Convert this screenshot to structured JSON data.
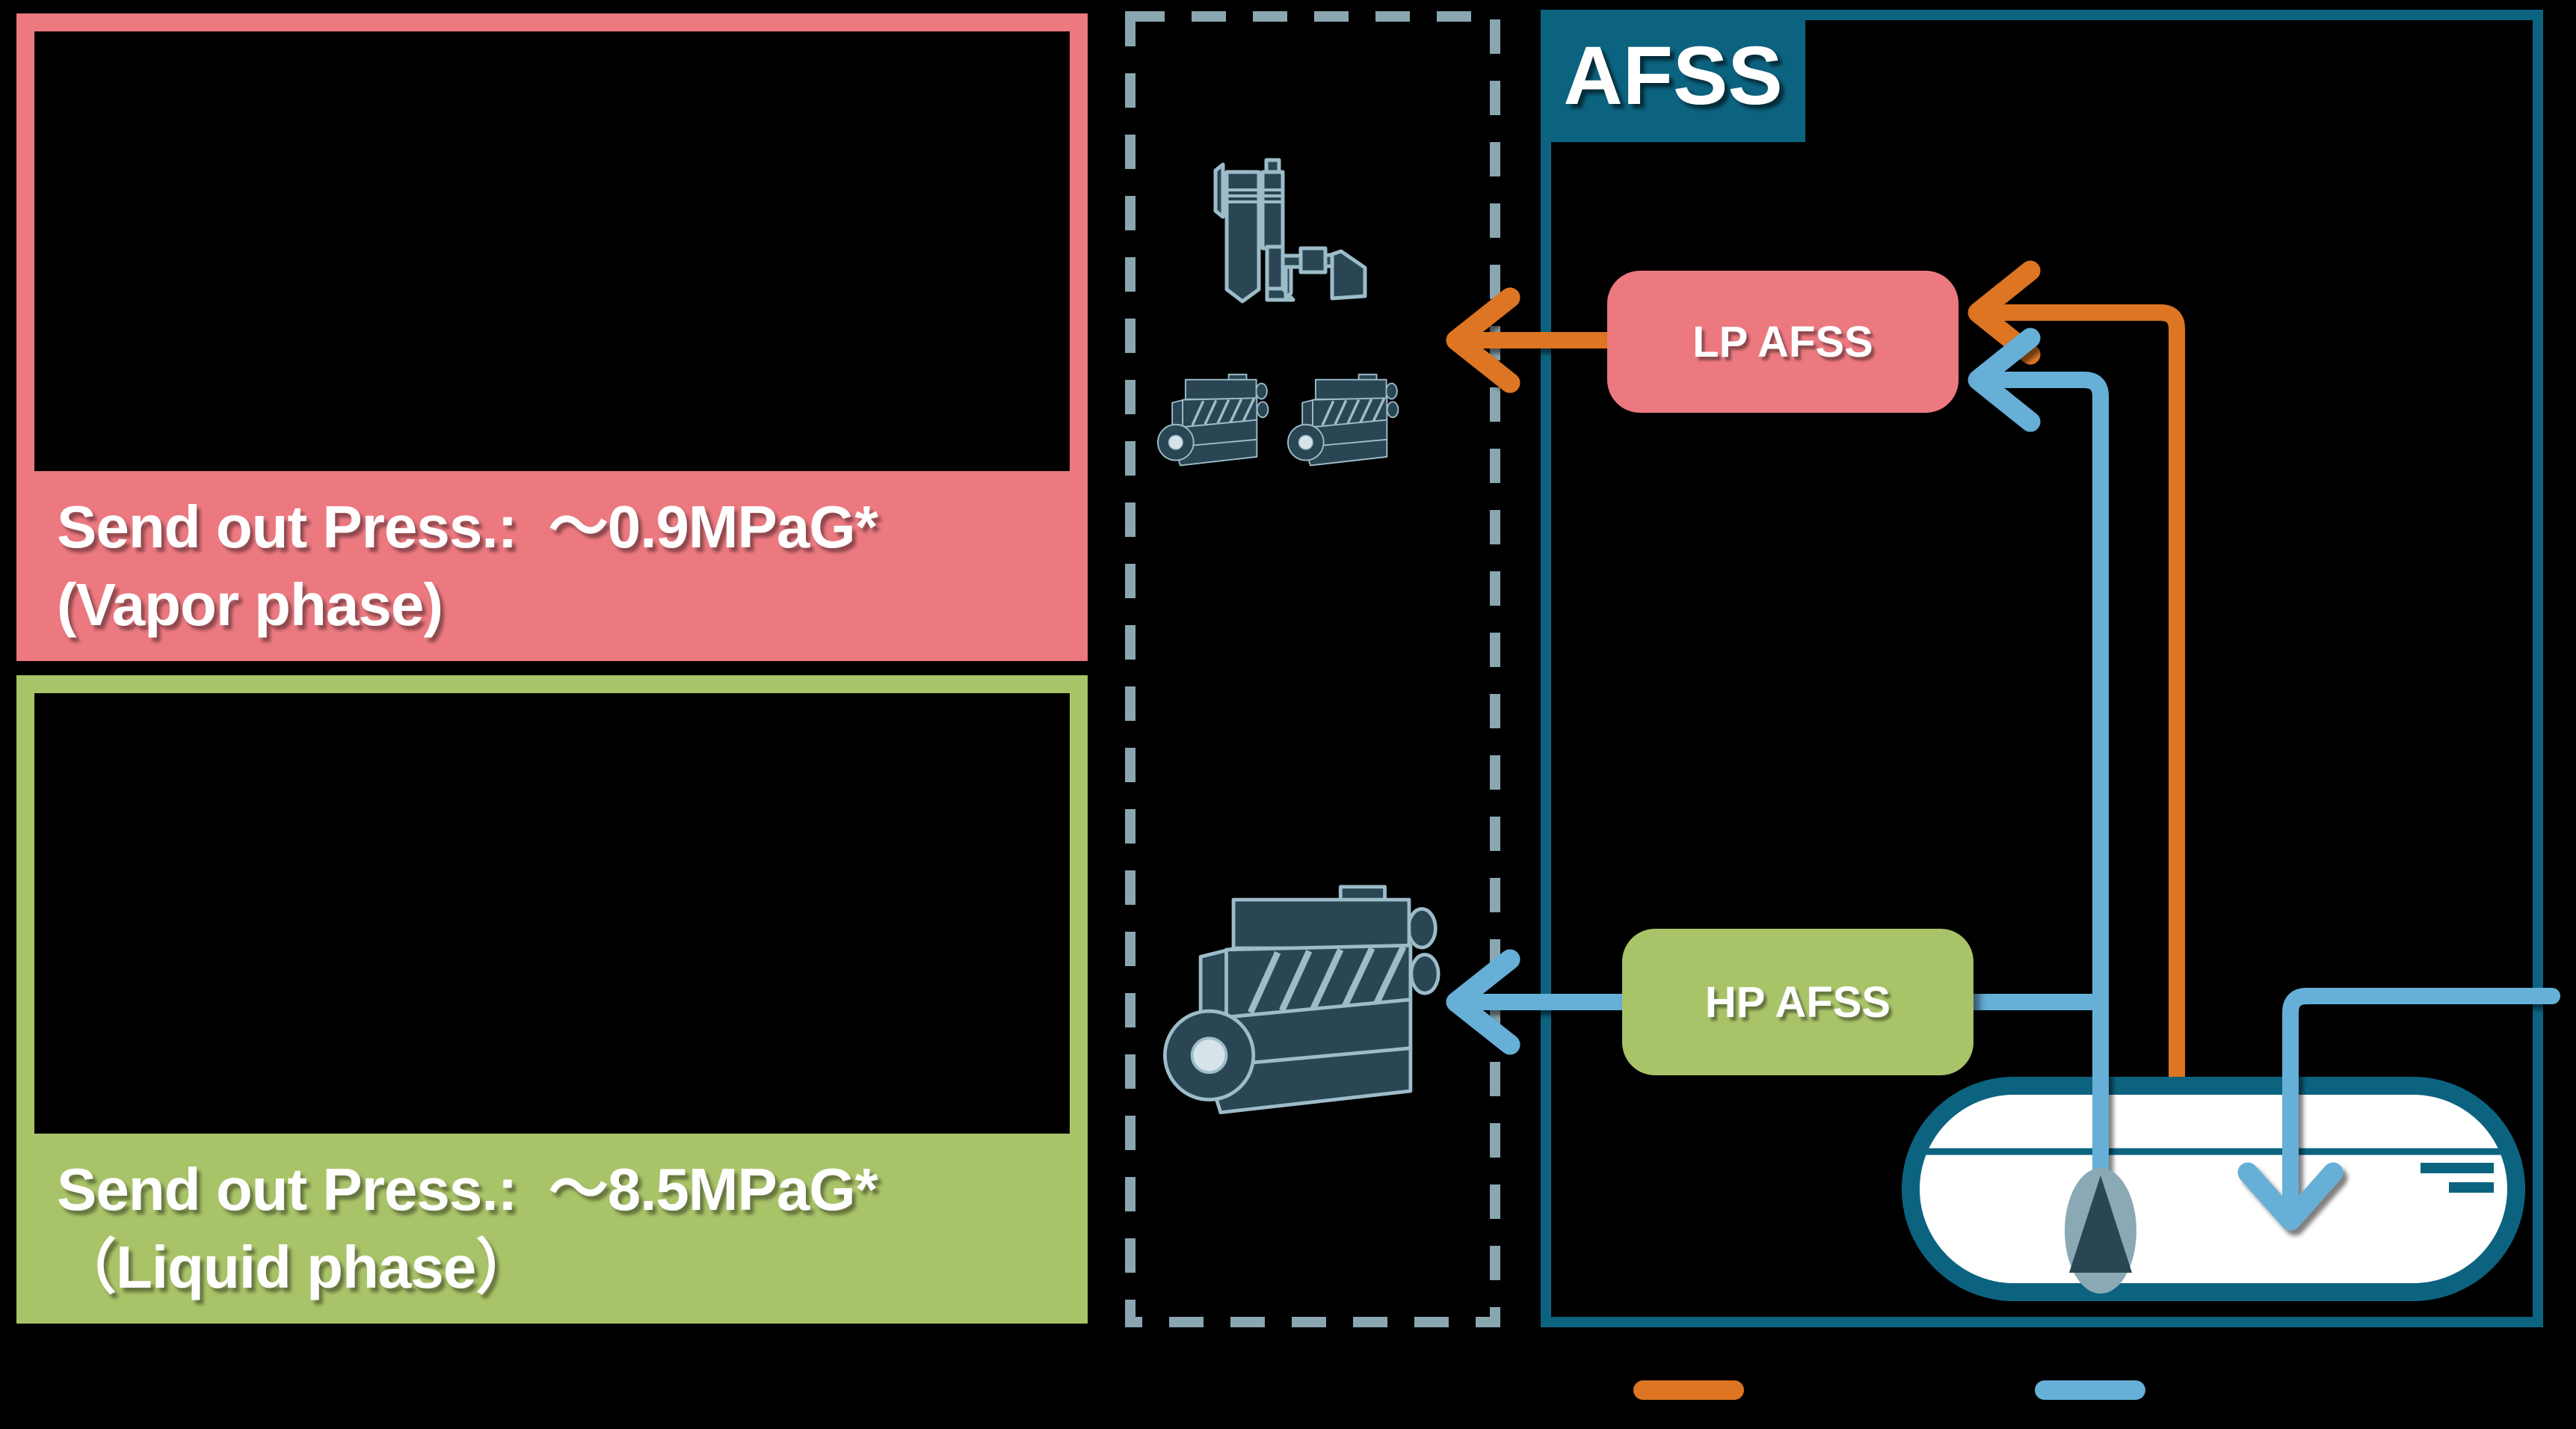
{
  "colors": {
    "background": "#000000",
    "teal": "#0c6380",
    "pink": "#ec7980",
    "green": "#a9c368",
    "orange": "#dd7522",
    "blue": "#66afd7",
    "dash_gray": "#8aa6b0",
    "engine_dark": "#2a4654",
    "engine_light": "#9dbcc9",
    "pump_gray": "#8aa9b4",
    "tank_fill": "#ffffff"
  },
  "left_panels": {
    "vapor": {
      "caption_line1": "Send out Press.:  ～0.9MPaG*",
      "caption_line2": "(Vapor phase)"
    },
    "liquid": {
      "caption_line1": "Send out Press.:  ～8.5MPaG*",
      "caption_line2": "（Liquid phase）"
    }
  },
  "afss_system": {
    "title": "AFSS",
    "lp_unit_label": "LP AFSS",
    "hp_unit_label": "HP AFSS"
  },
  "machinery_space": {
    "icons": [
      {
        "name": "boiler-gcu-icon"
      },
      {
        "name": "generator-engine-icon"
      },
      {
        "name": "generator-engine-icon"
      },
      {
        "name": "main-engine-icon"
      }
    ]
  },
  "storage": {
    "tank_icon": "fuel-tank-icon",
    "pump_icon": "submerged-pump-icon"
  },
  "legend": {
    "vapor_line_color": "#dd7522",
    "liquid_line_color": "#66afd7"
  }
}
